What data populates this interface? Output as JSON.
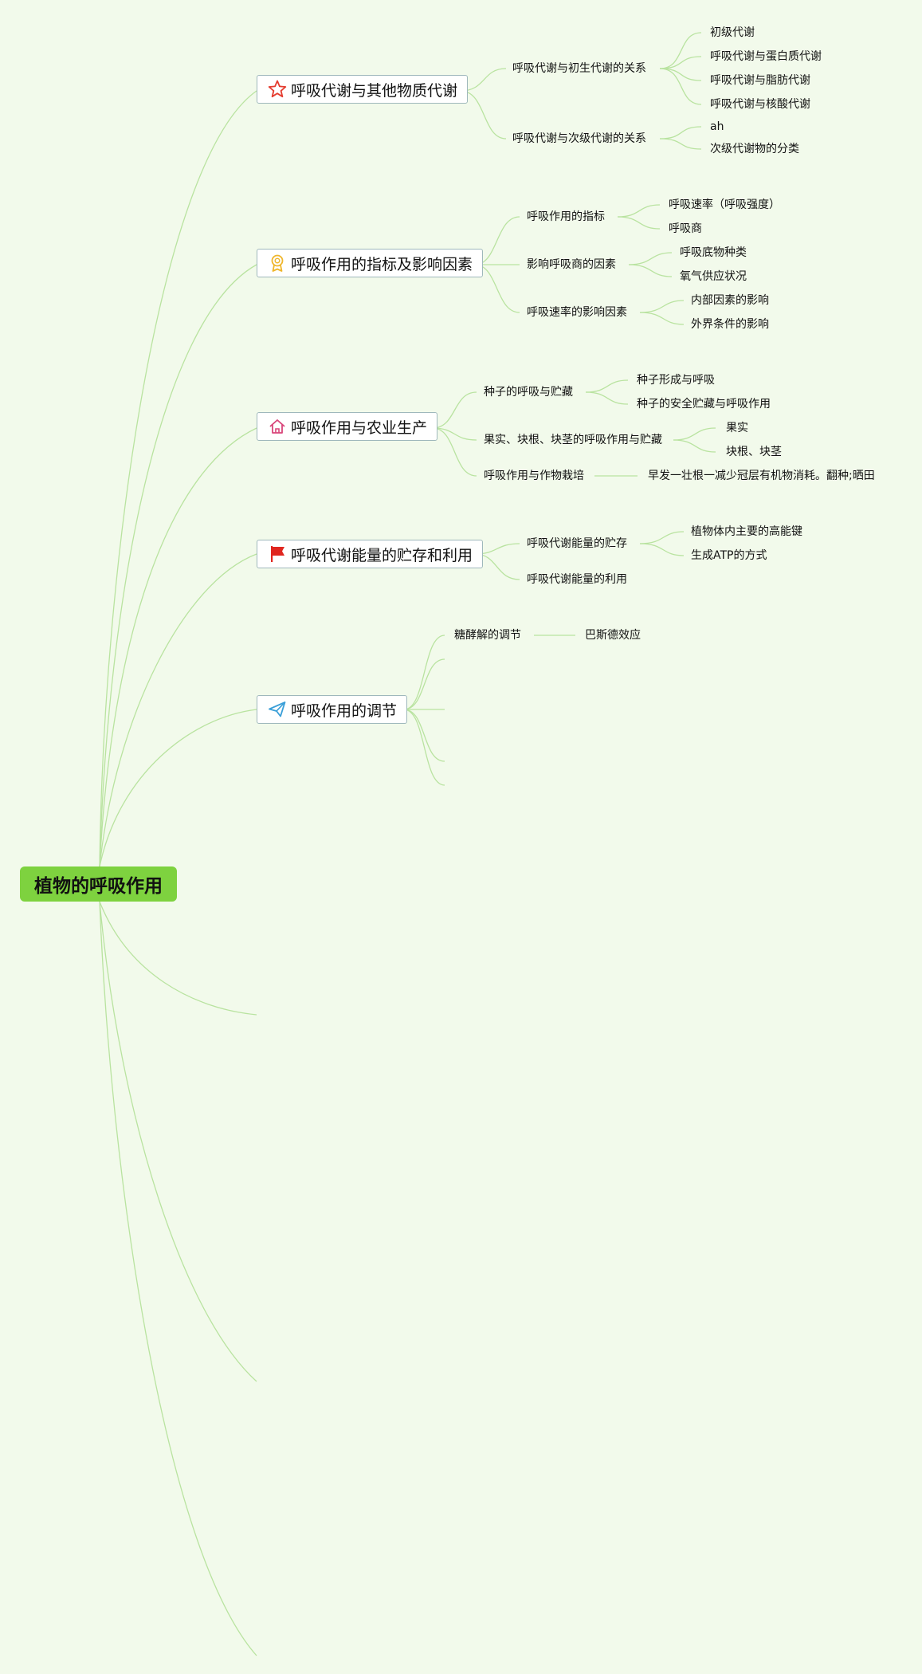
{
  "root": {
    "label": "植物的呼吸作用"
  },
  "branches": [
    {
      "label": "呼吸代谢与其他物质代谢",
      "icon": "star-icon",
      "children": [
        {
          "label": "呼吸代谢与初生代谢的关系",
          "children": [
            "初级代谢",
            "呼吸代谢与蛋白质代谢",
            "呼吸代谢与脂肪代谢",
            "呼吸代谢与核酸代谢"
          ]
        },
        {
          "label": "呼吸代谢与次级代谢的关系",
          "children": [
            "ah",
            "次级代谢物的分类"
          ]
        }
      ]
    },
    {
      "label": "呼吸作用的指标及影响因素",
      "icon": "award-icon",
      "children": [
        {
          "label": "呼吸作用的指标",
          "children": [
            "呼吸速率（呼吸强度）",
            "呼吸商"
          ]
        },
        {
          "label": "影响呼吸商的因素",
          "children": [
            "呼吸底物种类",
            "氧气供应状况"
          ]
        },
        {
          "label": "呼吸速率的影响因素",
          "children": [
            "内部因素的影响",
            "外界条件的影响"
          ]
        }
      ]
    },
    {
      "label": "呼吸作用与农业生产",
      "icon": "home-icon",
      "children": [
        {
          "label": "种子的呼吸与贮藏",
          "children": [
            "种子形成与呼吸",
            "种子的安全贮藏与呼吸作用"
          ]
        },
        {
          "label": "果实、块根、块茎的呼吸作用与贮藏",
          "children": [
            "果实",
            "块根、块茎"
          ]
        },
        {
          "label": "呼吸作用与作物栽培",
          "children": [
            "早发一壮根一减少冠层有机物消耗。翻种;晒田"
          ]
        }
      ]
    },
    {
      "label": "呼吸代谢能量的贮存和利用",
      "icon": "flag-icon",
      "children": [
        {
          "label": "呼吸代谢能量的贮存",
          "children": [
            "植物体内主要的高能键",
            "生成ATP的方式"
          ]
        },
        {
          "label": "呼吸代谢能量的利用",
          "children": []
        }
      ]
    },
    {
      "label": "呼吸作用的调节",
      "icon": "paper-plane-icon",
      "children": [
        {
          "label": "糖酵解的调节",
          "children": [
            "巴斯德效应"
          ]
        }
      ]
    }
  ],
  "colors": {
    "background": "#f2faeb",
    "root_fill": "#7ed23f",
    "link": "#b9e3a0",
    "branch_border": "#9fb8bc"
  }
}
